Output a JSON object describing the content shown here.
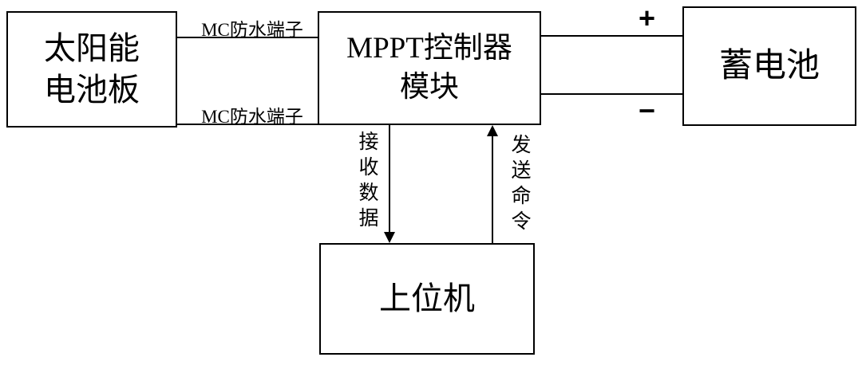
{
  "diagram": {
    "solar_box": {
      "line1": "太阳能",
      "line2": "电池板"
    },
    "mppt_box": {
      "line1": "MPPT控制器",
      "line2": "模块"
    },
    "battery_box": {
      "label": "蓄电池"
    },
    "host_box": {
      "label": "上位机"
    },
    "connections": {
      "mc_terminal_top": "MC防水端子",
      "mc_terminal_bottom": "MC防水端子",
      "positive": "+",
      "negative": "−",
      "receive_data": "接收数据",
      "send_command": "发送命令"
    },
    "colors": {
      "line": "#000000",
      "background": "#ffffff",
      "text": "#000000"
    }
  }
}
